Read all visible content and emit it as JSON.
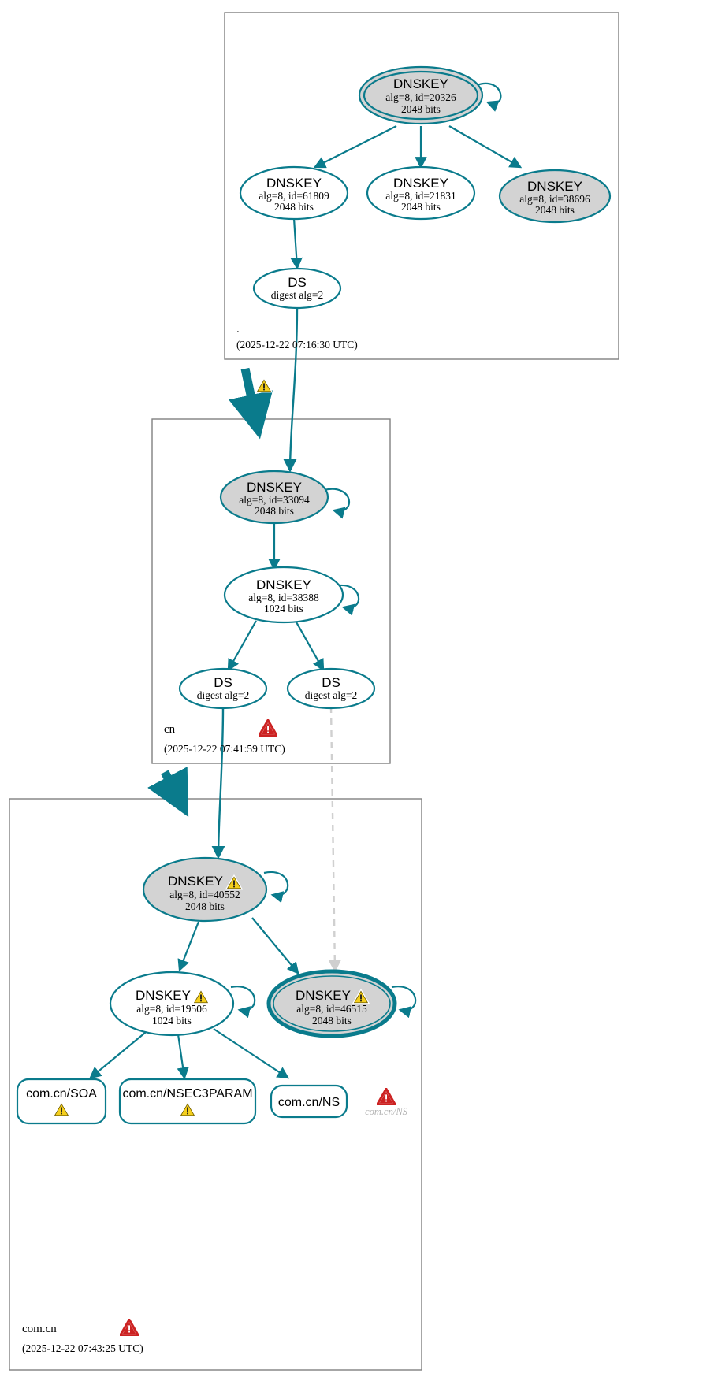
{
  "diagram": {
    "title": "DNSSEC Authentication Chain",
    "colors": {
      "edge": "#0a7b8c",
      "node_stroke": "#0a7b8c",
      "node_fill_secure": "#d3d3d3",
      "node_fill_plain": "#ffffff",
      "zone_border": "#808080",
      "dashed_edge": "#d0d0d0",
      "warning_yellow": "#f5cf1e",
      "error_red": "#cc2222",
      "ghost_text": "#b0b0b0"
    }
  },
  "zones": [
    {
      "id": "root",
      "name": ".",
      "timestamp": "(2025-12-22 07:16:30 UTC)",
      "status_icon": null
    },
    {
      "id": "cn",
      "name": "cn",
      "timestamp": "(2025-12-22 07:41:59 UTC)",
      "status_icon": "error-triangle-icon"
    },
    {
      "id": "comcn",
      "name": "com.cn",
      "timestamp": "(2025-12-22 07:43:25 UTC)",
      "status_icon": "error-triangle-icon"
    }
  ],
  "nodes": {
    "root_ksk": {
      "type": "DNSKEY",
      "title": "DNSKEY",
      "line2": "alg=8, id=20326",
      "line3": "2048 bits",
      "fill": "secure",
      "double_outline": true,
      "self_sign": true,
      "warning": false
    },
    "root_zsk_61809": {
      "type": "DNSKEY",
      "title": "DNSKEY",
      "line2": "alg=8, id=61809",
      "line3": "2048 bits",
      "fill": "plain",
      "double_outline": false,
      "self_sign": false,
      "warning": false
    },
    "root_zsk_21831": {
      "type": "DNSKEY",
      "title": "DNSKEY",
      "line2": "alg=8, id=21831",
      "line3": "2048 bits",
      "fill": "plain",
      "double_outline": false,
      "self_sign": false,
      "warning": false
    },
    "root_zsk_38696": {
      "type": "DNSKEY",
      "title": "DNSKEY",
      "line2": "alg=8, id=38696",
      "line3": "2048 bits",
      "fill": "secure",
      "double_outline": false,
      "self_sign": false,
      "warning": false
    },
    "root_ds": {
      "type": "DS",
      "title": "DS",
      "line2": "digest alg=2",
      "line3": "",
      "fill": "plain"
    },
    "cn_ksk_33094": {
      "type": "DNSKEY",
      "title": "DNSKEY",
      "line2": "alg=8, id=33094",
      "line3": "2048 bits",
      "fill": "secure",
      "double_outline": false,
      "self_sign": true,
      "warning": false
    },
    "cn_zsk_38388": {
      "type": "DNSKEY",
      "title": "DNSKEY",
      "line2": "alg=8, id=38388",
      "line3": "1024 bits",
      "fill": "plain",
      "double_outline": false,
      "self_sign": true,
      "warning": false
    },
    "cn_ds_left": {
      "type": "DS",
      "title": "DS",
      "line2": "digest alg=2",
      "line3": "",
      "fill": "plain"
    },
    "cn_ds_right": {
      "type": "DS",
      "title": "DS",
      "line2": "digest alg=2",
      "line3": "",
      "fill": "plain"
    },
    "comcn_key_40552": {
      "type": "DNSKEY",
      "title": "DNSKEY",
      "line2": "alg=8, id=40552",
      "line3": "2048 bits",
      "fill": "secure",
      "double_outline": false,
      "self_sign": true,
      "warning": true
    },
    "comcn_key_19506": {
      "type": "DNSKEY",
      "title": "DNSKEY",
      "line2": "alg=8, id=19506",
      "line3": "1024 bits",
      "fill": "plain",
      "double_outline": false,
      "self_sign": true,
      "warning": true
    },
    "comcn_key_46515": {
      "type": "DNSKEY",
      "title": "DNSKEY",
      "line2": "alg=8, id=46515",
      "line3": "2048 bits",
      "fill": "secure",
      "double_outline": true,
      "self_sign": true,
      "warning": true
    },
    "rr_soa": {
      "type": "RRset",
      "title": "com.cn/SOA",
      "warning": true
    },
    "rr_nsec3param": {
      "type": "RRset",
      "title": "com.cn/NSEC3PARAM",
      "warning": true
    },
    "rr_ns": {
      "type": "RRset",
      "title": "com.cn/NS",
      "warning": false
    },
    "ghost_ns": {
      "type": "ghost",
      "title": "com.cn/NS",
      "status_icon": "error-triangle-icon"
    }
  },
  "icons": {
    "warning": "warning-triangle-icon",
    "error": "error-triangle-icon"
  }
}
